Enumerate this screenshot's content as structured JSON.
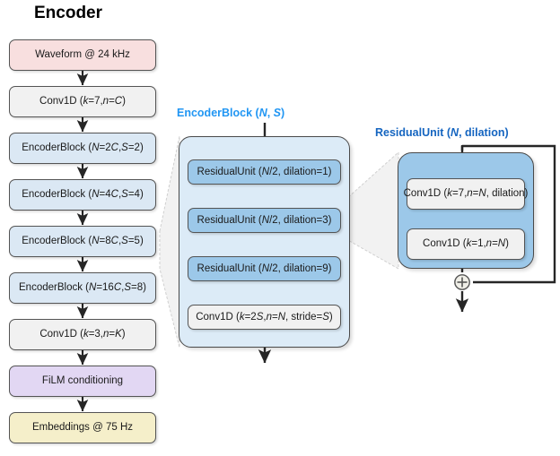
{
  "diagram": {
    "title": "Encoder",
    "background": "#ffffff",
    "accent_cyan": "#2196f3",
    "accent_navy": "#1565c0"
  },
  "encoder_column": {
    "heading": "Encoder",
    "nodes": [
      {
        "id": "waveform",
        "label": "Waveform @ 24 kHz",
        "color": "#f8dfdf",
        "style": "pink"
      },
      {
        "id": "conv1",
        "label": "Conv1D (k=7, n=C)",
        "color": "#f1f1f1",
        "style": "grey",
        "parts": [
          {
            "t": "Conv1D (",
            "i": false
          },
          {
            "t": "k",
            "i": true
          },
          {
            "t": "=7, ",
            "i": false
          },
          {
            "t": "n",
            "i": true
          },
          {
            "t": "=",
            "i": false
          },
          {
            "t": "C",
            "i": true
          },
          {
            "t": ")",
            "i": false
          }
        ]
      },
      {
        "id": "eb1",
        "label": "EncoderBlock (N=2C, S=2)",
        "color": "#dbe8f4",
        "style": "blue",
        "parts": [
          {
            "t": "EncoderBlock (",
            "i": false
          },
          {
            "t": "N",
            "i": true
          },
          {
            "t": "=2",
            "i": false
          },
          {
            "t": "C",
            "i": true
          },
          {
            "t": ", ",
            "i": false
          },
          {
            "t": "S",
            "i": true
          },
          {
            "t": "=2)",
            "i": false
          }
        ]
      },
      {
        "id": "eb2",
        "label": "EncoderBlock (N=4C, S=4)",
        "color": "#dbe8f4",
        "style": "blue",
        "parts": [
          {
            "t": "EncoderBlock (",
            "i": false
          },
          {
            "t": "N",
            "i": true
          },
          {
            "t": "=4",
            "i": false
          },
          {
            "t": "C",
            "i": true
          },
          {
            "t": ", ",
            "i": false
          },
          {
            "t": "S",
            "i": true
          },
          {
            "t": "=4)",
            "i": false
          }
        ]
      },
      {
        "id": "eb3",
        "label": "EncoderBlock (N=8C, S=5)",
        "color": "#dbe8f4",
        "style": "blue",
        "parts": [
          {
            "t": "EncoderBlock (",
            "i": false
          },
          {
            "t": "N",
            "i": true
          },
          {
            "t": "=8",
            "i": false
          },
          {
            "t": "C",
            "i": true
          },
          {
            "t": ", ",
            "i": false
          },
          {
            "t": "S",
            "i": true
          },
          {
            "t": "=5)",
            "i": false
          }
        ]
      },
      {
        "id": "eb4",
        "label": "EncoderBlock (N=16C, S=8)",
        "color": "#dbe8f4",
        "style": "blue",
        "parts": [
          {
            "t": "EncoderBlock (",
            "i": false
          },
          {
            "t": "N",
            "i": true
          },
          {
            "t": "=16",
            "i": false
          },
          {
            "t": "C",
            "i": true
          },
          {
            "t": ", ",
            "i": false
          },
          {
            "t": "S",
            "i": true
          },
          {
            "t": "=8)",
            "i": false
          }
        ]
      },
      {
        "id": "conv2",
        "label": "Conv1D (k=3, n=K)",
        "color": "#f1f1f1",
        "style": "grey",
        "parts": [
          {
            "t": "Conv1D (",
            "i": false
          },
          {
            "t": "k",
            "i": true
          },
          {
            "t": "=3, ",
            "i": false
          },
          {
            "t": "n",
            "i": true
          },
          {
            "t": "=",
            "i": false
          },
          {
            "t": "K",
            "i": true
          },
          {
            "t": ")",
            "i": false
          }
        ]
      },
      {
        "id": "film",
        "label": "FiLM conditioning",
        "color": "#e2d7f3",
        "style": "purple"
      },
      {
        "id": "embeddings",
        "label": "Embeddings @ 75 Hz",
        "color": "#f5efca",
        "style": "yellow"
      }
    ]
  },
  "encoder_block": {
    "heading": "EncoderBlock (N, S)",
    "heading_parts": [
      {
        "t": "EncoderBlock (",
        "i": false
      },
      {
        "t": "N",
        "i": true
      },
      {
        "t": ", ",
        "i": false
      },
      {
        "t": "S",
        "i": true
      },
      {
        "t": ")",
        "i": false
      }
    ],
    "panel_color": "#dcebf7",
    "nodes": [
      {
        "id": "ru1",
        "label": "ResidualUnit (N/2, dilation=1)",
        "color": "#9cc8e9",
        "style": "midblue",
        "parts": [
          {
            "t": "ResidualUnit (",
            "i": false
          },
          {
            "t": "N",
            "i": true
          },
          {
            "t": "/2, dilation=1)",
            "i": false
          }
        ]
      },
      {
        "id": "ru2",
        "label": "ResidualUnit (N/2, dilation=3)",
        "color": "#9cc8e9",
        "style": "midblue",
        "parts": [
          {
            "t": "ResidualUnit (",
            "i": false
          },
          {
            "t": "N",
            "i": true
          },
          {
            "t": "/2, dilation=3)",
            "i": false
          }
        ]
      },
      {
        "id": "ru3",
        "label": "ResidualUnit (N/2, dilation=9)",
        "color": "#9cc8e9",
        "style": "midblue",
        "parts": [
          {
            "t": "ResidualUnit (",
            "i": false
          },
          {
            "t": "N",
            "i": true
          },
          {
            "t": "/2, dilation=9)",
            "i": false
          }
        ]
      },
      {
        "id": "ebconv",
        "label": "Conv1D (k=2S, n=N, stride=S)",
        "color": "#f1f1f1",
        "style": "grey",
        "parts": [
          {
            "t": "Conv1D (",
            "i": false
          },
          {
            "t": "k",
            "i": true
          },
          {
            "t": "=2",
            "i": false
          },
          {
            "t": "S",
            "i": true
          },
          {
            "t": ", ",
            "i": false
          },
          {
            "t": "n",
            "i": true
          },
          {
            "t": "=",
            "i": false
          },
          {
            "t": "N",
            "i": true
          },
          {
            "t": ", stride=",
            "i": false
          },
          {
            "t": "S",
            "i": true
          },
          {
            "t": ")",
            "i": false
          }
        ]
      }
    ]
  },
  "residual_unit": {
    "heading": "ResidualUnit (N, dilation)",
    "heading_parts": [
      {
        "t": "ResidualUnit (",
        "i": false
      },
      {
        "t": "N",
        "i": true
      },
      {
        "t": ", dilation)",
        "i": false
      }
    ],
    "panel_color": "#9cc8e9",
    "nodes": [
      {
        "id": "ruconv1",
        "label": "Conv1D (k=7, n=N, dilation)",
        "color": "#f1f1f1",
        "style": "grey",
        "parts": [
          {
            "t": "Conv1D (",
            "i": false
          },
          {
            "t": "k",
            "i": true
          },
          {
            "t": "=7, ",
            "i": false
          },
          {
            "t": "n",
            "i": true
          },
          {
            "t": "=",
            "i": false
          },
          {
            "t": "N",
            "i": true
          },
          {
            "t": ", dilation)",
            "i": false
          }
        ]
      },
      {
        "id": "ruconv2",
        "label": "Conv1D (k=1, n=N)",
        "color": "#f1f1f1",
        "style": "grey",
        "parts": [
          {
            "t": "Conv1D (",
            "i": false
          },
          {
            "t": "k",
            "i": true
          },
          {
            "t": "=1, ",
            "i": false
          },
          {
            "t": "n",
            "i": true
          },
          {
            "t": "=",
            "i": false
          },
          {
            "t": "N",
            "i": true
          },
          {
            "t": ")",
            "i": false
          }
        ]
      }
    ],
    "adder_symbol": "+"
  }
}
